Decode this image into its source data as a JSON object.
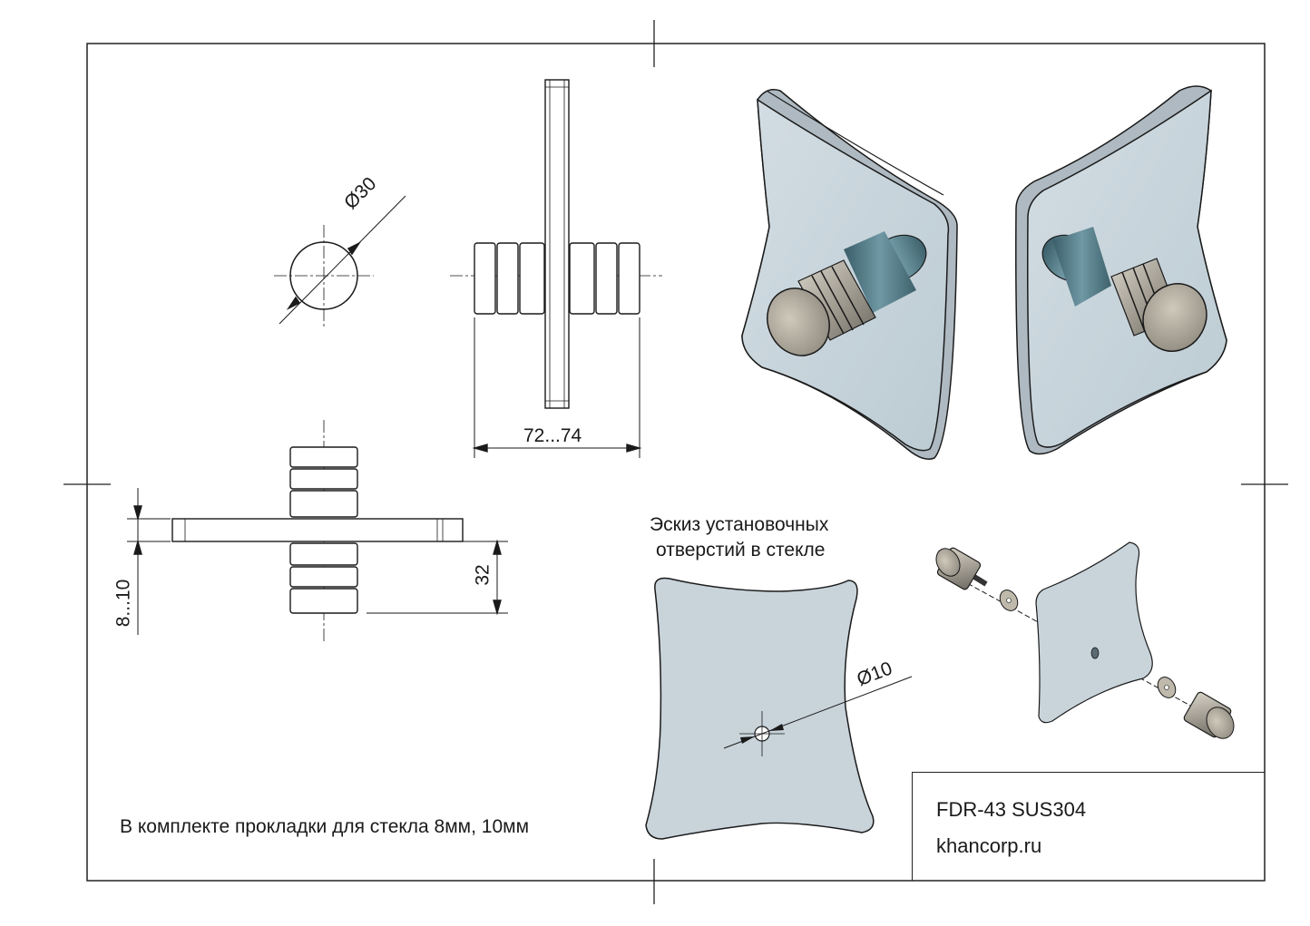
{
  "drawing": {
    "dimensions": {
      "knob_diameter": "Ø30",
      "total_length": "72...74",
      "glass_thickness": "8...10",
      "knob_length": "32",
      "hole_diameter": "Ø10"
    },
    "sketch_caption": {
      "line1": "Эскиз установочных",
      "line2": "отверстий в стекле"
    },
    "note": "В комплекте прокладки для стекла 8мм, 10мм"
  },
  "title_block": {
    "model": "FDR-43 SUS304",
    "website": "khancorp.ru"
  },
  "colors": {
    "glass": "#c8d3da",
    "glass_edge": "#aeb9c1",
    "steel_light": "#b9b4a8",
    "steel_dark": "#6e6a62",
    "insert": "#4d7480",
    "line": "#1a1a1a"
  }
}
